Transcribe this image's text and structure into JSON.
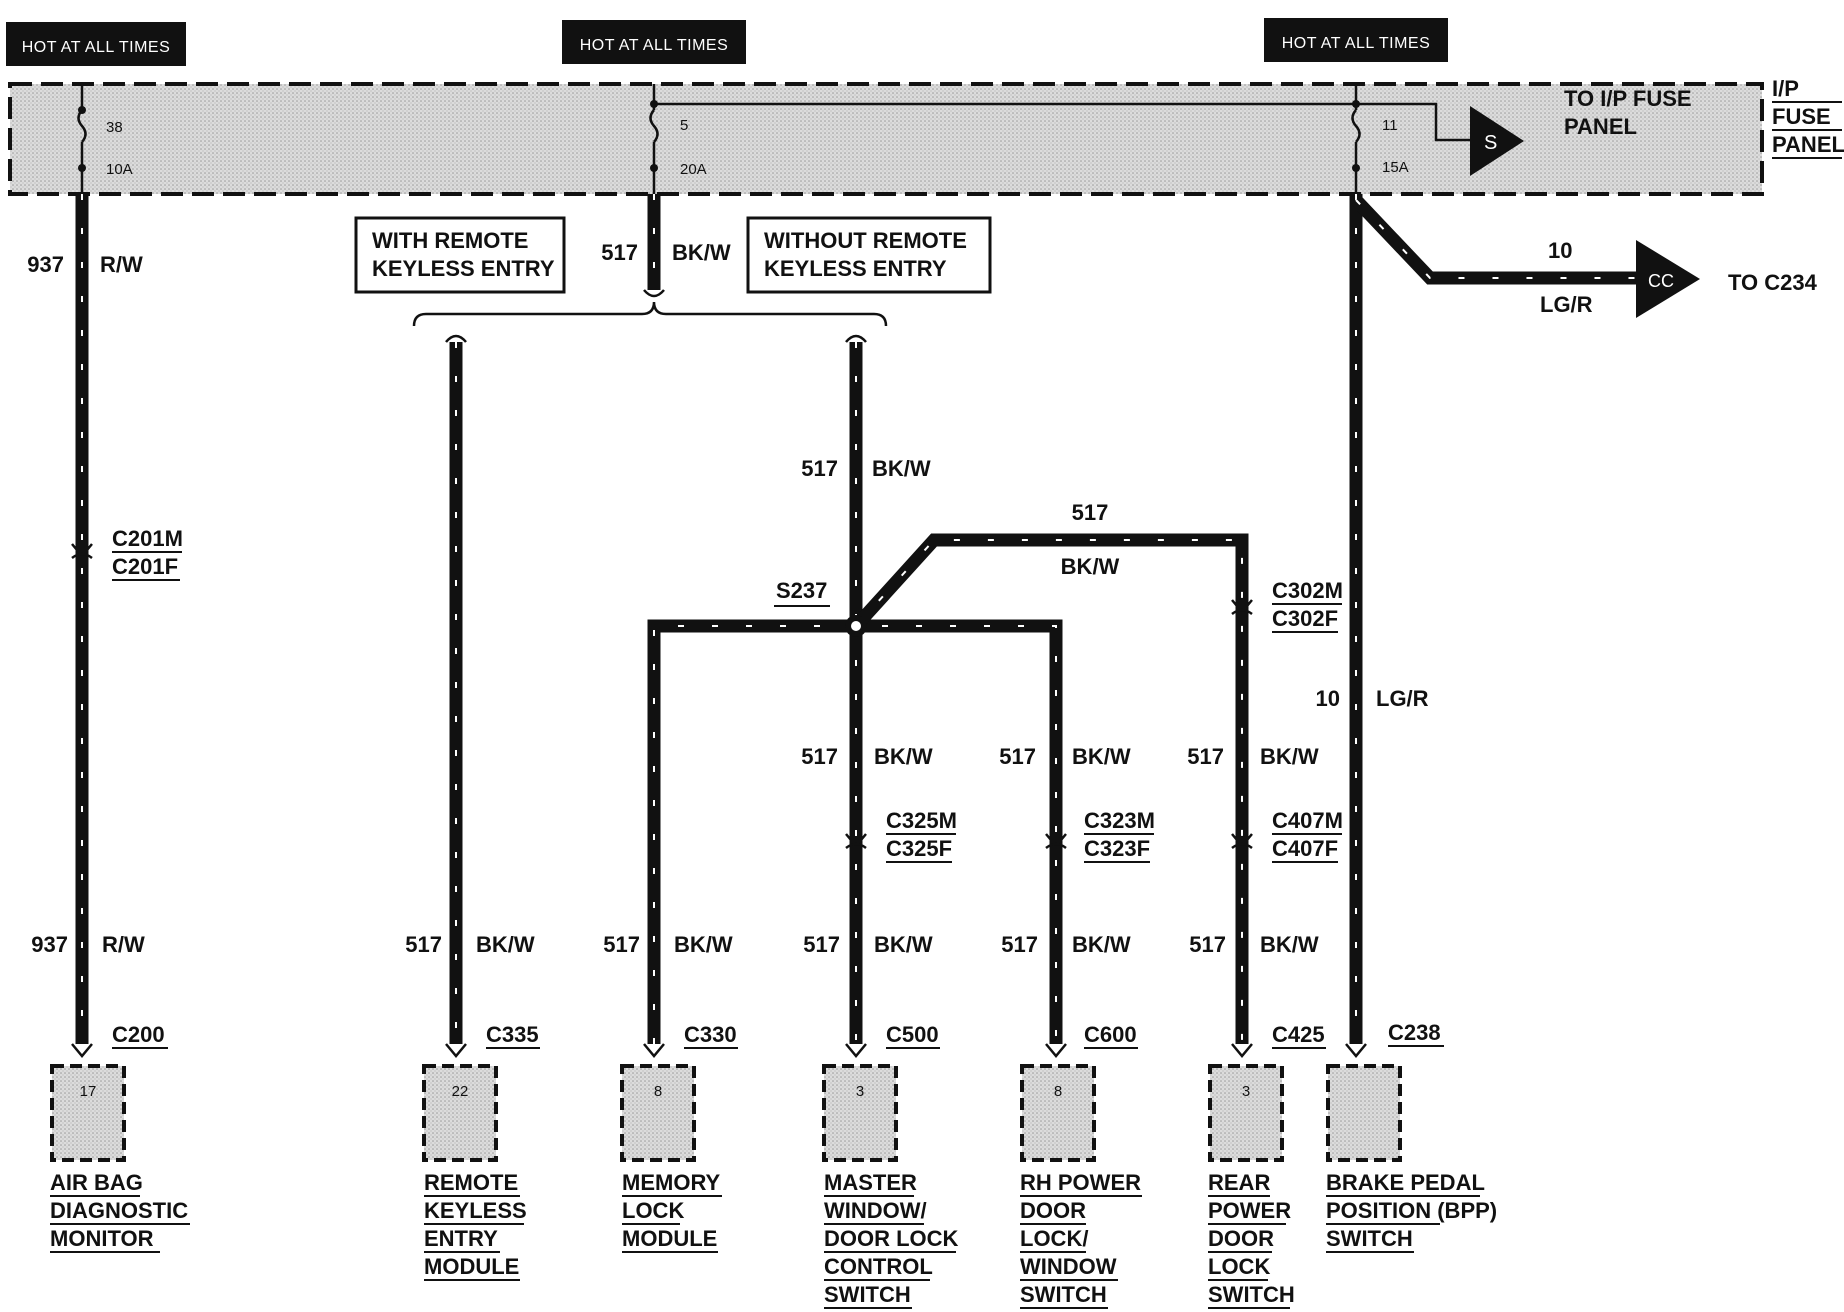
{
  "power_labels": [
    "HOT AT ALL TIMES",
    "HOT AT ALL TIMES",
    "HOT AT ALL TIMES"
  ],
  "fuse_panel": {
    "title_lines": [
      "I/P",
      "FUSE",
      "PANEL"
    ],
    "to_text_lines": [
      "TO I/P FUSE",
      "PANEL"
    ],
    "connector_s": "S",
    "fuses": [
      {
        "number": "38",
        "rating": "10A"
      },
      {
        "number": "5",
        "rating": "20A"
      },
      {
        "number": "11",
        "rating": "15A"
      }
    ]
  },
  "option_boxes": [
    [
      "WITH REMOTE",
      "KEYLESS ENTRY"
    ],
    [
      "WITHOUT REMOTE",
      "KEYLESS ENTRY"
    ]
  ],
  "branch_cc": {
    "circuit": "10",
    "color": "LG/R",
    "connector": "CC",
    "to": "TO C234"
  },
  "splice": "S237",
  "wire_labels": [
    {
      "circuit": "937",
      "color": "R/W"
    },
    {
      "circuit": "517",
      "color": "BK/W"
    },
    {
      "circuit": "517",
      "color": "BK/W"
    },
    {
      "circuit": "517",
      "color": "BK/W"
    },
    {
      "circuit": "517",
      "color": "BK/W"
    },
    {
      "circuit": "517",
      "color": "BK/W"
    },
    {
      "circuit": "517",
      "color": "BK/W"
    },
    {
      "circuit": "10",
      "color": "LG/R"
    },
    {
      "circuit": "937",
      "color": "R/W"
    },
    {
      "circuit": "517",
      "color": "BK/W"
    },
    {
      "circuit": "517",
      "color": "BK/W"
    },
    {
      "circuit": "517",
      "color": "BK/W"
    },
    {
      "circuit": "517",
      "color": "BK/W"
    },
    {
      "circuit": "517",
      "color": "BK/W"
    }
  ],
  "inline_connectors": [
    {
      "male": "C201M",
      "female": "C201F"
    },
    {
      "male": "C302M",
      "female": "C302F"
    },
    {
      "male": "C325M",
      "female": "C325F"
    },
    {
      "male": "C323M",
      "female": "C323F"
    },
    {
      "male": "C407M",
      "female": "C407F"
    }
  ],
  "components": [
    {
      "connector": "C200",
      "pin": "17",
      "name_lines": [
        "AIR BAG",
        "DIAGNOSTIC",
        "MONITOR"
      ]
    },
    {
      "connector": "C335",
      "pin": "22",
      "name_lines": [
        "REMOTE",
        "KEYLESS",
        "ENTRY",
        "MODULE"
      ]
    },
    {
      "connector": "C330",
      "pin": "8",
      "name_lines": [
        "MEMORY",
        "LOCK",
        "MODULE"
      ]
    },
    {
      "connector": "C500",
      "pin": "3",
      "name_lines": [
        "MASTER",
        "WINDOW/",
        "DOOR LOCK",
        "CONTROL",
        "SWITCH"
      ]
    },
    {
      "connector": "C600",
      "pin": "8",
      "name_lines": [
        "RH POWER",
        "DOOR",
        "LOCK/",
        "WINDOW",
        "SWITCH"
      ]
    },
    {
      "connector": "C425",
      "pin": "3",
      "name_lines": [
        "REAR",
        "POWER",
        "DOOR",
        "LOCK",
        "SWITCH"
      ]
    },
    {
      "connector": "C238",
      "pin": "",
      "name_lines": [
        "BRAKE PEDAL",
        "POSITION (BPP)",
        "SWITCH"
      ]
    }
  ]
}
